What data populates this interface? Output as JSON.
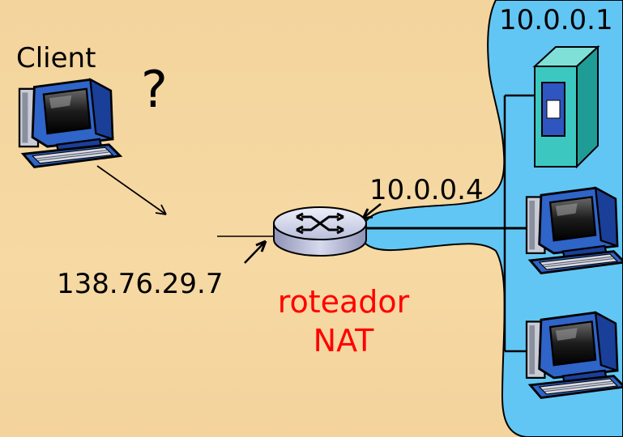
{
  "labels": {
    "client": "Client",
    "question_mark": "?",
    "server_ip": "10.0.0.1",
    "router_inside_ip": "10.0.0.4",
    "router_outside_ip": "138.76.29.7",
    "router_name_line1": "roteador",
    "router_name_line2": "NAT"
  },
  "colors": {
    "background": "#f4d49e",
    "lan_region": "#62c6f4",
    "router_label": "#ff0000",
    "server_body": "#3cc8c0",
    "router_body": "#c9cde6"
  },
  "icons": [
    "client-computer-icon",
    "router-icon",
    "server-icon",
    "host-computer-icon"
  ]
}
